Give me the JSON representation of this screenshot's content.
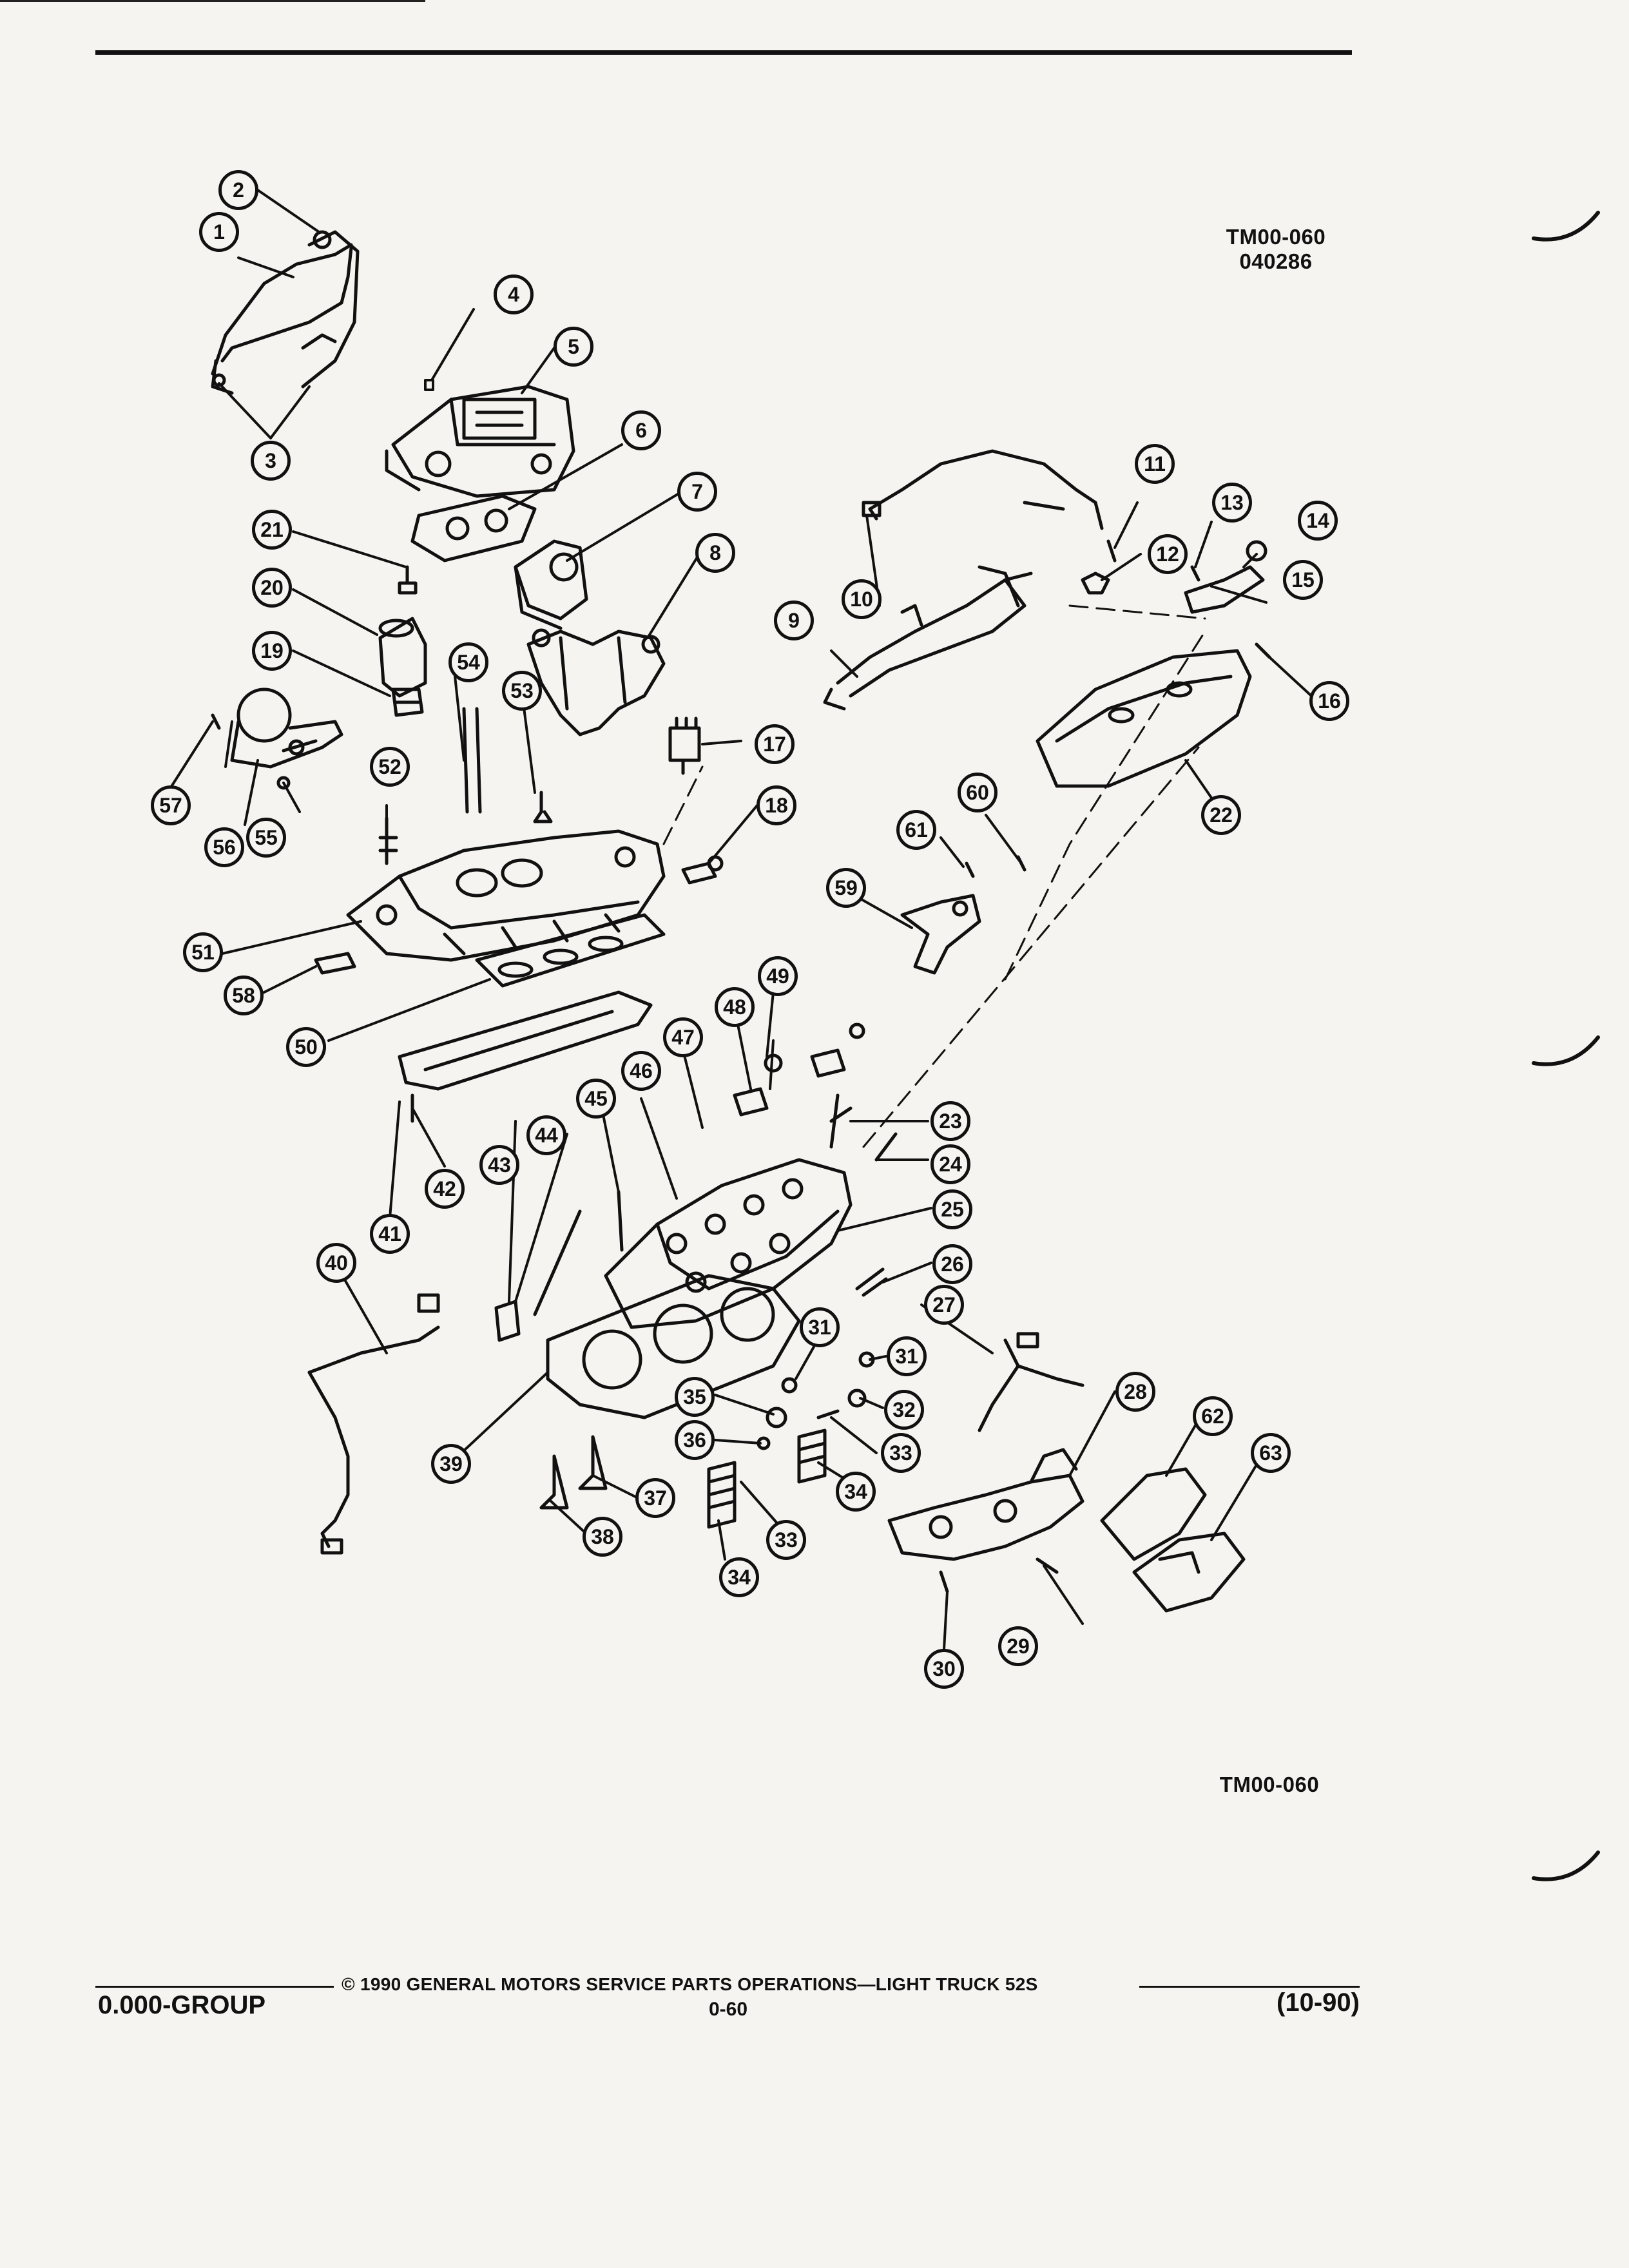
{
  "header": {
    "illustration_code": "TM00-060",
    "illustration_date": "040286"
  },
  "figure": {
    "bottom_code": "TM00-060",
    "callouts": [
      "1",
      "2",
      "3",
      "4",
      "5",
      "6",
      "7",
      "8",
      "9",
      "10",
      "11",
      "12",
      "13",
      "14",
      "15",
      "16",
      "17",
      "18",
      "19",
      "20",
      "21",
      "22",
      "23",
      "24",
      "25",
      "26",
      "27",
      "28",
      "29",
      "30",
      "31",
      "31",
      "32",
      "33",
      "33",
      "34",
      "34",
      "35",
      "36",
      "37",
      "38",
      "39",
      "40",
      "41",
      "42",
      "43",
      "44",
      "45",
      "46",
      "47",
      "48",
      "49",
      "50",
      "51",
      "52",
      "53",
      "54",
      "55",
      "56",
      "57",
      "58",
      "59",
      "60",
      "61",
      "62",
      "63"
    ]
  },
  "footer": {
    "copyright": "© 1990 GENERAL MOTORS SERVICE PARTS OPERATIONS—LIGHT TRUCK 52S",
    "group": "0.000-GROUP",
    "page": "0-60",
    "date": "(10-90)"
  }
}
